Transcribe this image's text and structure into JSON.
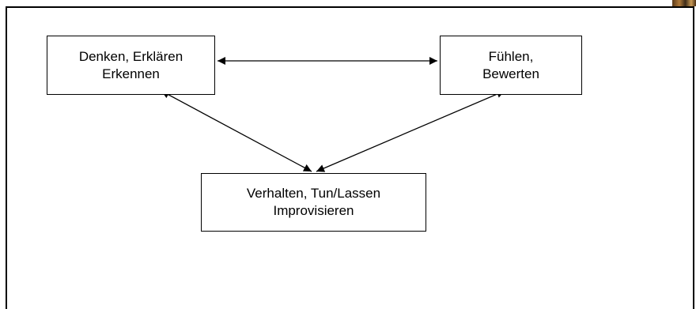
{
  "diagram": {
    "nodes": [
      {
        "id": "denken",
        "lines": [
          "Denken, Erklären",
          "Erkennen"
        ]
      },
      {
        "id": "fuehlen",
        "lines": [
          "Fühlen,",
          "Bewerten"
        ]
      },
      {
        "id": "verhalten",
        "lines": [
          "Verhalten, Tun/Lassen",
          "Improvisieren"
        ]
      }
    ],
    "edges": [
      {
        "from": "denken",
        "to": "fuehlen",
        "arrows": "both"
      },
      {
        "from": "denken",
        "to": "verhalten",
        "arrows": "both"
      },
      {
        "from": "fuehlen",
        "to": "verhalten",
        "arrows": "both"
      }
    ]
  }
}
